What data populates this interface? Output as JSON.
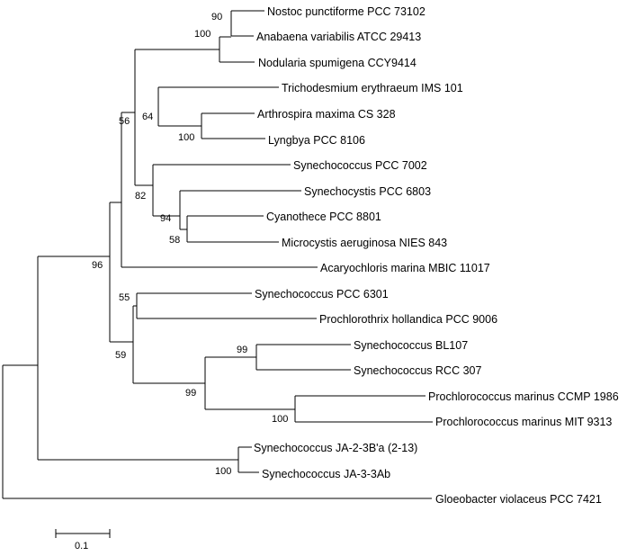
{
  "tree": {
    "leaves": [
      {
        "id": "nostoc",
        "label": "Nostoc punctiforme PCC 73102"
      },
      {
        "id": "anabaena",
        "label": "Anabaena variabilis ATCC 29413"
      },
      {
        "id": "nodularia",
        "label": "Nodularia spumigena CCY9414"
      },
      {
        "id": "trichodesmium",
        "label": "Trichodesmium erythraeum IMS 101"
      },
      {
        "id": "arthrospira",
        "label": "Arthrospira maxima CS 328"
      },
      {
        "id": "lyngbya",
        "label": "Lyngbya PCC 8106"
      },
      {
        "id": "syn7002",
        "label": "Synechococcus PCC 7002"
      },
      {
        "id": "synechocystis",
        "label": "Synechocystis PCC 6803"
      },
      {
        "id": "cyanothece",
        "label": "Cyanothece PCC 8801"
      },
      {
        "id": "microcystis",
        "label": "Microcystis aeruginosa NIES 843"
      },
      {
        "id": "acaryochloris",
        "label": "Acaryochloris marina MBIC 11017"
      },
      {
        "id": "syn6301",
        "label": "Synechococcus PCC 6301"
      },
      {
        "id": "prochlorothrix",
        "label": "Prochlorothrix hollandica PCC 9006"
      },
      {
        "id": "synbl107",
        "label": "Synechococcus BL107"
      },
      {
        "id": "synrcc307",
        "label": "Synechococcus RCC 307"
      },
      {
        "id": "prochl1986",
        "label": "Prochlorococcus marinus CCMP 1986"
      },
      {
        "id": "prochl9313",
        "label": "Prochlorococcus marinus MIT 9313"
      },
      {
        "id": "synja2",
        "label": "Synechococcus JA-2-3B'a (2-13)"
      },
      {
        "id": "synja3",
        "label": "Synechococcus JA-3-3Ab"
      },
      {
        "id": "gloeobacter",
        "label": "Gloeobacter violaceus PCC 7421"
      }
    ],
    "bootstrap": [
      {
        "node": "nostoc-anabaena",
        "value": "90"
      },
      {
        "node": "nostocaceae",
        "value": "100"
      },
      {
        "node": "arthrospira-lyngbya",
        "value": "100"
      },
      {
        "node": "oscillatoriales",
        "value": "64"
      },
      {
        "node": "cyanothece-microcystis",
        "value": "58"
      },
      {
        "node": "synechocystis-group",
        "value": "94"
      },
      {
        "node": "syn7002-group",
        "value": "82"
      },
      {
        "node": "upper-core",
        "value": "56"
      },
      {
        "node": "syn6301-prochlorothrix",
        "value": "55"
      },
      {
        "node": "synbl107-rcc307",
        "value": "99"
      },
      {
        "node": "prochlorococcus",
        "value": "100"
      },
      {
        "node": "marine-picocyanobacteria",
        "value": "99"
      },
      {
        "node": "lower-core",
        "value": "59"
      },
      {
        "node": "crown",
        "value": "96"
      },
      {
        "node": "synechococcus-ja",
        "value": "100"
      }
    ],
    "scale_bar": {
      "label": "0.1",
      "length": 0.1
    }
  }
}
